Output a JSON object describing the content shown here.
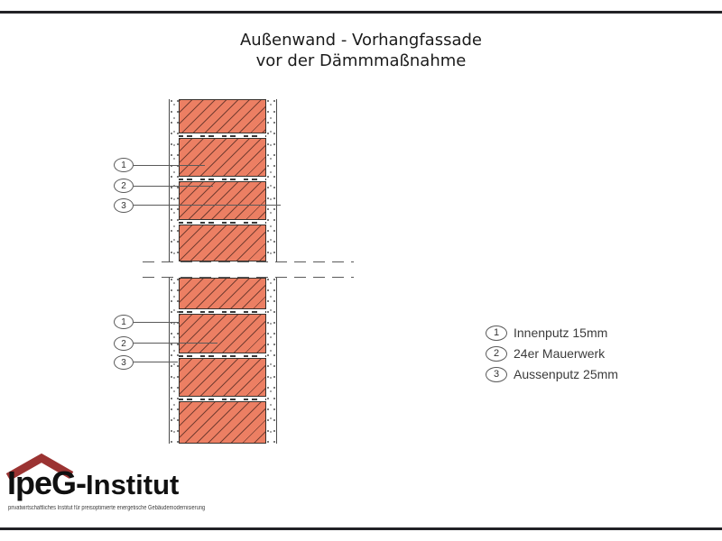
{
  "title": {
    "line1": "Außenwand - Vorhangfassade",
    "line2": "vor der Dämmmaßnahme"
  },
  "diagram": {
    "callouts_upper": [
      {
        "number": "1"
      },
      {
        "number": "2"
      },
      {
        "number": "3"
      }
    ],
    "callouts_lower": [
      {
        "number": "1"
      },
      {
        "number": "2"
      },
      {
        "number": "3"
      }
    ]
  },
  "legend": {
    "items": [
      {
        "number": "1",
        "label": "Innenputz 15mm"
      },
      {
        "number": "2",
        "label": "24er Mauerwerk"
      },
      {
        "number": "3",
        "label": "Aussenputz 25mm"
      }
    ]
  },
  "logo": {
    "brand_bold": "IpeG-",
    "brand_rest": "Institut",
    "tagline": "privatwirtschaftliches Institut für preisoptimierte energetische Gebäudemodernisierung"
  },
  "colors": {
    "brick_fill": "#ec7f63",
    "brick_hatch": "#502820",
    "outline": "#5a5a5a",
    "logo_red": "#9b3332",
    "rule_black": "#222226"
  }
}
